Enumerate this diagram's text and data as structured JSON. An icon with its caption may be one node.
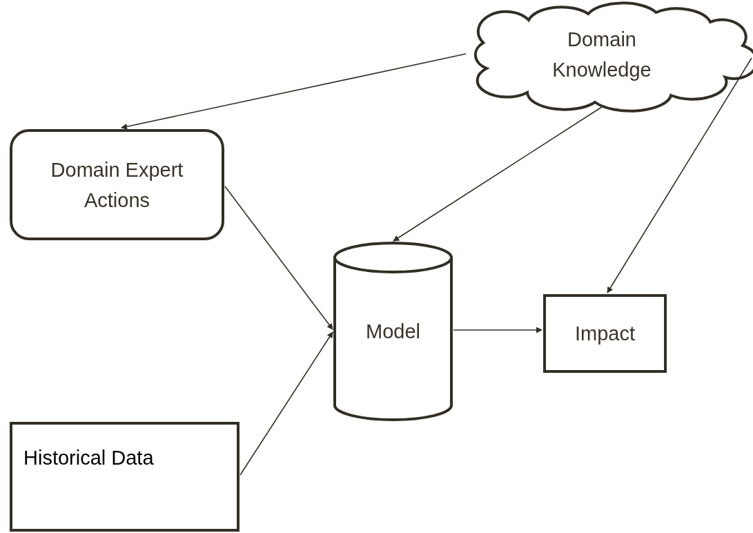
{
  "diagram": {
    "nodes": [
      {
        "text": [
          "Domain Knowledge"
        ]
      },
      {
        "text": [
          "Domain Expert Actions"
        ]
      },
      {
        "text": [
          "Model"
        ]
      },
      {
        "text": [
          "Impact"
        ]
      },
      {
        "text": [
          "Historical Data"
        ]
      }
    ],
    "edges": [
      {
        "from": 0,
        "to": 1,
        "arrow": "to"
      },
      {
        "from": 0,
        "to": 2,
        "arrow": "to"
      },
      {
        "from": 0,
        "to": 3,
        "arrow": "to"
      },
      {
        "from": 1,
        "to": 2,
        "arrow": "to"
      },
      {
        "from": 4,
        "to": 2,
        "arrow": "to"
      },
      {
        "from": 2,
        "to": 3,
        "arrow": "to"
      }
    ]
  }
}
